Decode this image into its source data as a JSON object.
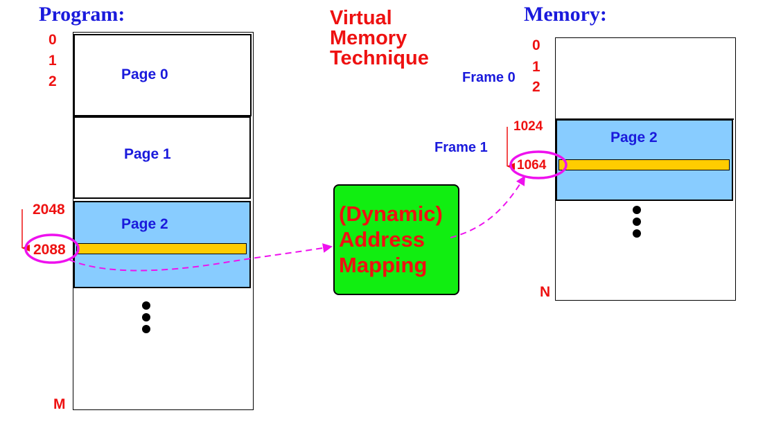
{
  "title": {
    "program": "Program:",
    "memory": "Memory:",
    "technique_lines": [
      "Virtual",
      "Memory",
      "Technique"
    ]
  },
  "program": {
    "top_addresses": [
      "0",
      "1",
      "2"
    ],
    "pages": [
      "Page 0",
      "Page 1",
      "Page 2"
    ],
    "page2_start": "2048",
    "highlighted_address": "2088",
    "end_label": "M"
  },
  "mapper": {
    "lines": [
      "(Dynamic)",
      "Address",
      "Mapping"
    ]
  },
  "memory": {
    "top_addresses": [
      "0",
      "1",
      "2"
    ],
    "frame0_label": "Frame 0",
    "frame1_label": "Frame 1",
    "frame1_start": "1024",
    "highlighted_address": "1064",
    "frame1_content": "Page 2",
    "end_label": "N"
  },
  "colors": {
    "title_blue": "#1a1adc",
    "address_red": "#ee1111",
    "page_fill": "#88ccff",
    "highlight_bar": "#ffcc00",
    "mapper_fill": "#11ee11",
    "arrow_magenta": "#ee11ee"
  }
}
